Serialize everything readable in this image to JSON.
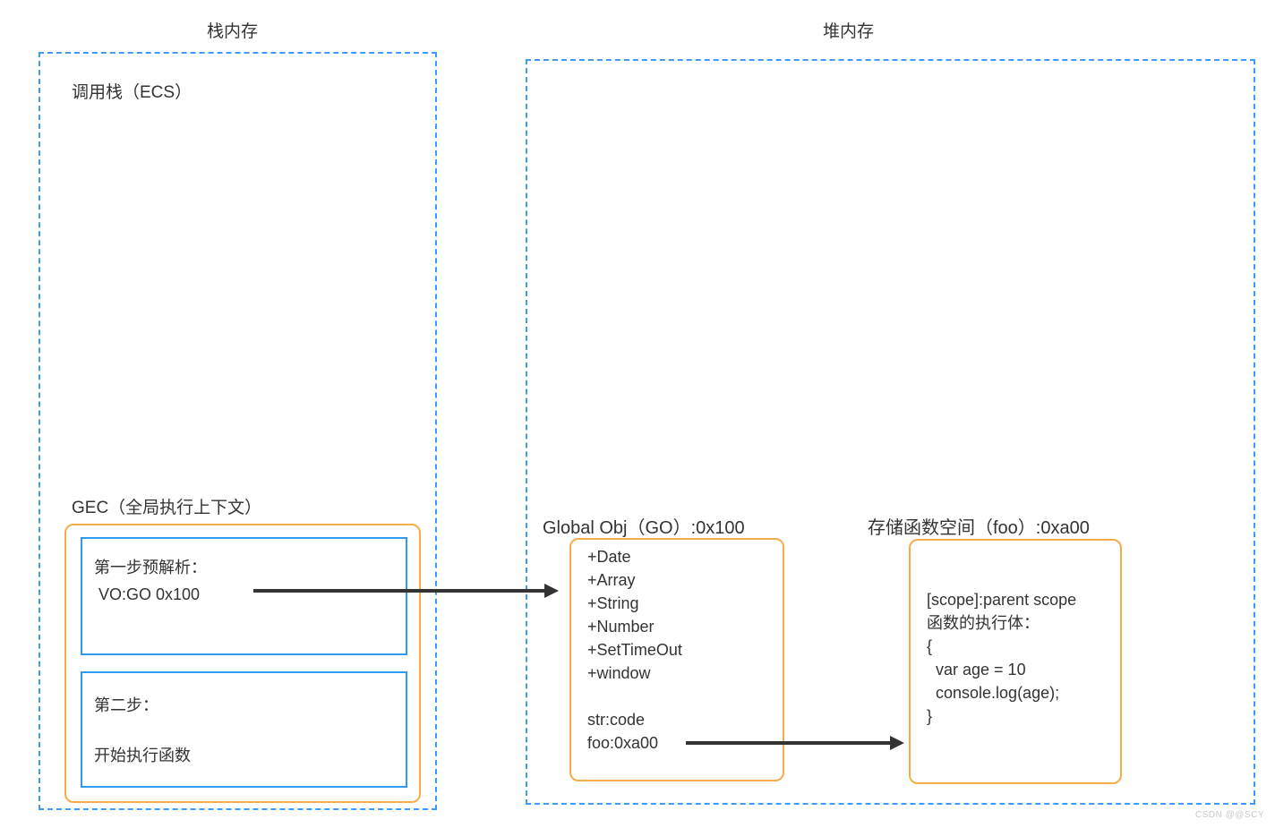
{
  "stack": {
    "title": "栈内存",
    "call_stack_label": "调用栈（ECS）",
    "gec_label": "GEC（全局执行上下文）",
    "step1": {
      "line1": "第一步预解析：",
      "line2": "VO:GO 0x100"
    },
    "step2": {
      "line1": "第二步：",
      "line2": "开始执行函数"
    }
  },
  "heap": {
    "title": "堆内存",
    "go": {
      "label": "Global Obj（GO）:0x100",
      "members": [
        "+Date",
        "+Array",
        "+String",
        "+Number",
        "+SetTimeOut",
        "+window"
      ],
      "props": [
        "str:code",
        "foo:0xa00"
      ]
    },
    "foo": {
      "label": "存储函数空间（foo）:0xa00",
      "lines": [
        "[scope]:parent scope",
        "函数的执行体：",
        "{",
        "  var age = 10",
        "  console.log(age);",
        "}"
      ]
    }
  },
  "watermark": "CSDN @@SCY",
  "colors": {
    "dashed_border": "#3D9BFD",
    "solid_blue_border": "#2E9BF0",
    "orange_border": "#F6AD49",
    "arrow": "#333333",
    "text": "#333333",
    "watermark": "#C4C8CE"
  }
}
